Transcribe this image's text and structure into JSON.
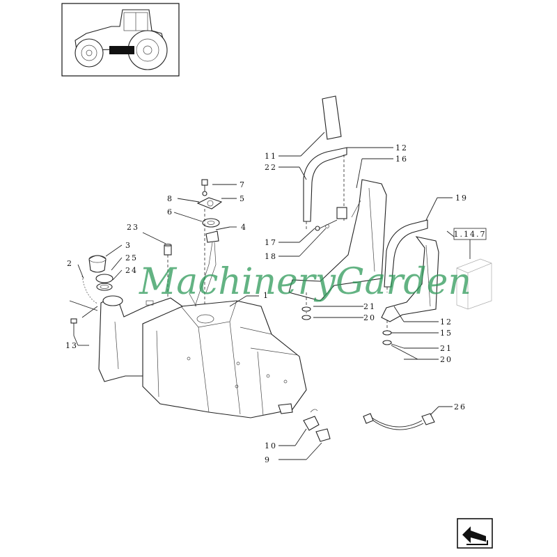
{
  "watermark": "MachineryGarden",
  "callouts": [
    {
      "id": "c1",
      "text": "1"
    },
    {
      "id": "c2",
      "text": "2"
    },
    {
      "id": "c3",
      "text": "3"
    },
    {
      "id": "c4",
      "text": "4"
    },
    {
      "id": "c5",
      "text": "5"
    },
    {
      "id": "c6",
      "text": "6"
    },
    {
      "id": "c7",
      "text": "7"
    },
    {
      "id": "c8",
      "text": "8"
    },
    {
      "id": "c9",
      "text": "9"
    },
    {
      "id": "c10",
      "text": "10"
    },
    {
      "id": "c11",
      "text": "11"
    },
    {
      "id": "c12a",
      "text": "12"
    },
    {
      "id": "c12b",
      "text": "12"
    },
    {
      "id": "c13",
      "text": "13"
    },
    {
      "id": "c15",
      "text": "15"
    },
    {
      "id": "c16",
      "text": "16"
    },
    {
      "id": "c17",
      "text": "17"
    },
    {
      "id": "c18",
      "text": "18"
    },
    {
      "id": "c19",
      "text": "19"
    },
    {
      "id": "c20a",
      "text": "20"
    },
    {
      "id": "c20b",
      "text": "20"
    },
    {
      "id": "c21a",
      "text": "21"
    },
    {
      "id": "c21b",
      "text": "21"
    },
    {
      "id": "c22",
      "text": "22"
    },
    {
      "id": "c23",
      "text": "23"
    },
    {
      "id": "c24",
      "text": "24"
    },
    {
      "id": "c25",
      "text": "25"
    },
    {
      "id": "c26",
      "text": "26"
    }
  ],
  "reference_box": "1.14.7",
  "icons": {
    "thumbnail": "tractor-thumbnail-icon",
    "navigation": "next-page-arrow-icon"
  },
  "colors": {
    "watermark": "#2f9a5a",
    "line": "#222222"
  }
}
